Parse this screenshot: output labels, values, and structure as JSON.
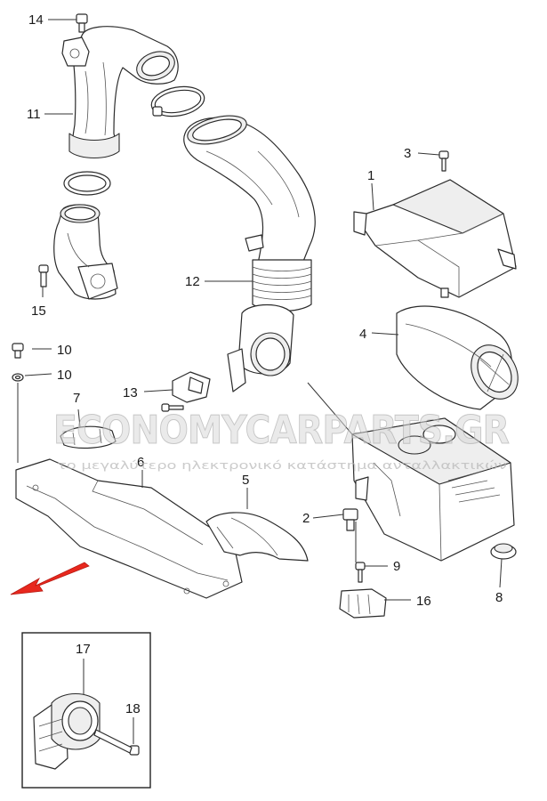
{
  "watermark": {
    "brand": "ECONOMYCARPARTS.GR",
    "tagline": "το μεγαλύτερο ηλεκτρονικό κατάστημα ανταλλακτικών"
  },
  "callouts": {
    "c1": "1",
    "c2": "2",
    "c3": "3",
    "c4": "4",
    "c5": "5",
    "c6": "6",
    "c7": "7",
    "c8": "8",
    "c9": "9",
    "c10a": "10",
    "c10b": "10",
    "c11": "11",
    "c12": "12",
    "c13": "13",
    "c14": "14",
    "c15": "15",
    "c16": "16",
    "c17": "17",
    "c18": "18"
  },
  "colors": {
    "arrow": "#e8281e",
    "line": "#2b2b2b"
  }
}
